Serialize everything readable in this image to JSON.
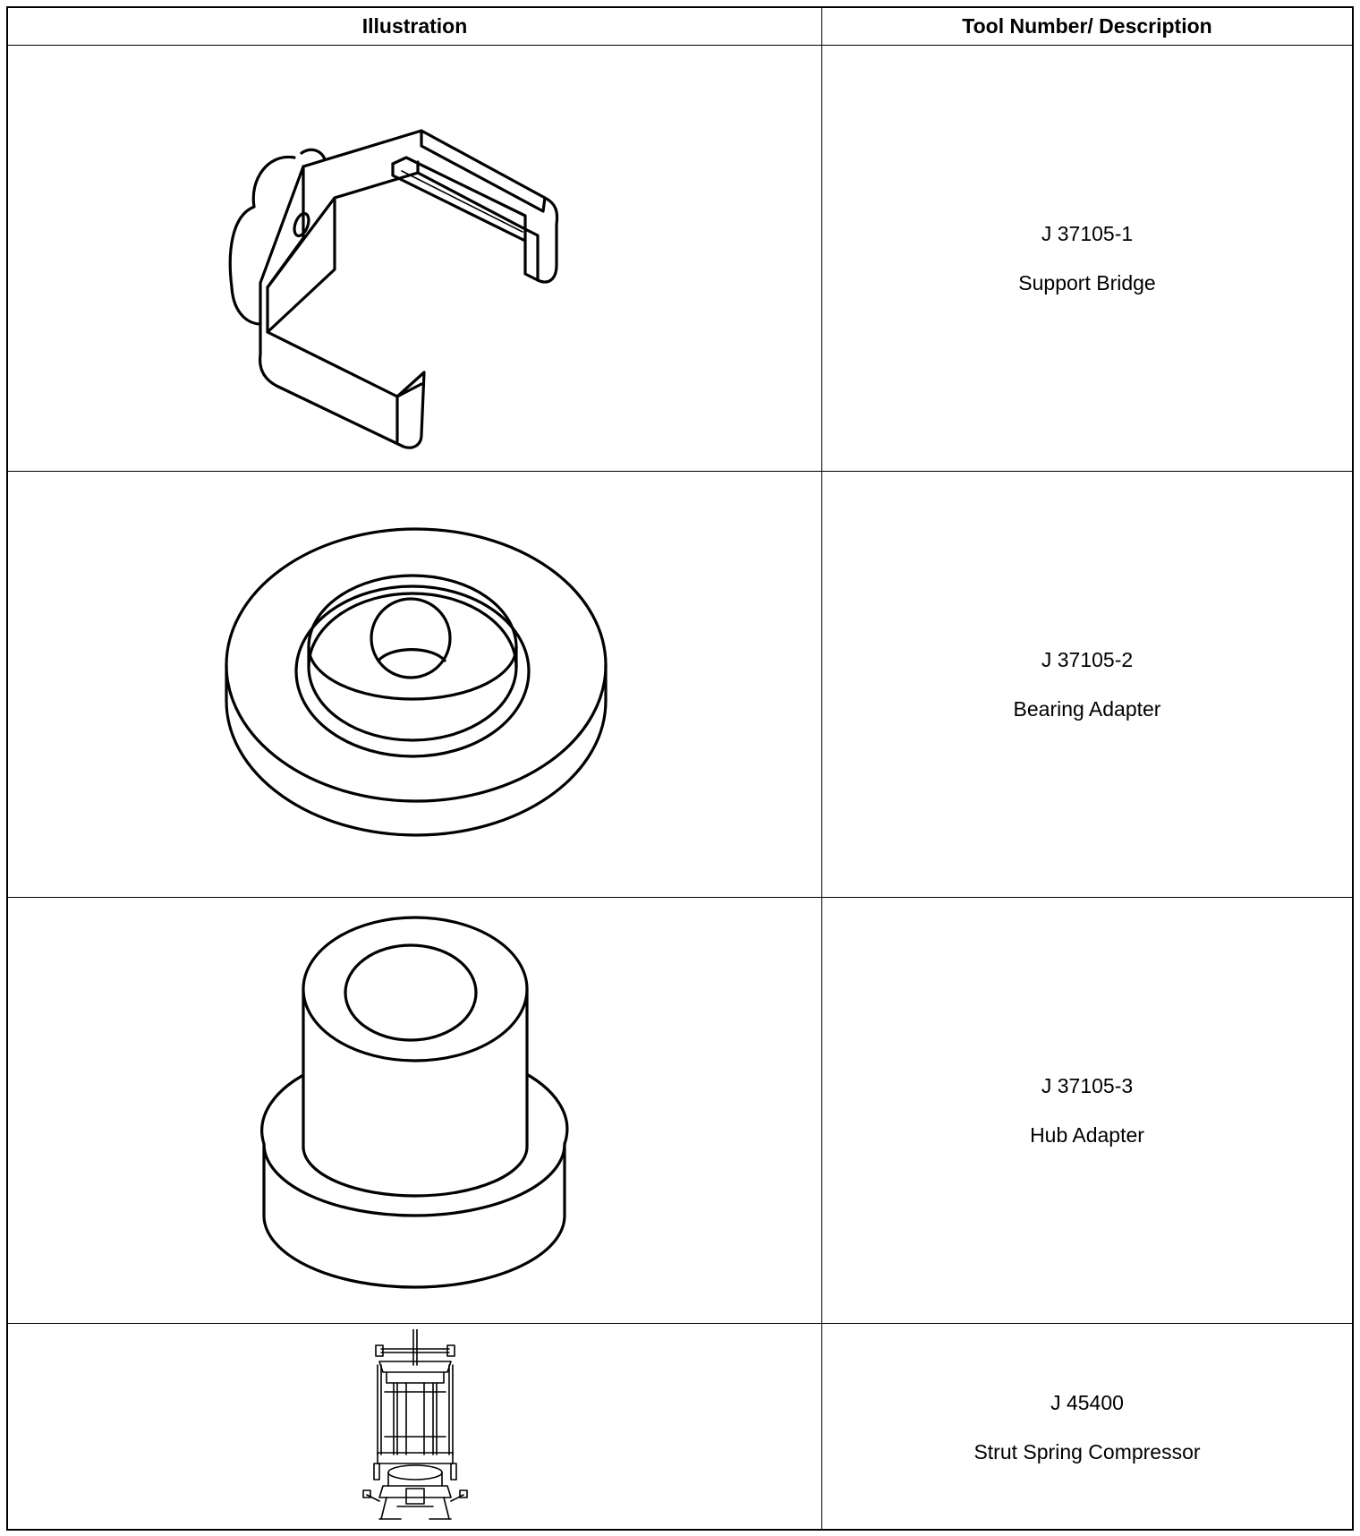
{
  "table": {
    "headers": {
      "illustration": "Illustration",
      "tool_description": "Tool Number/ Description"
    },
    "rows": [
      {
        "tool_number": "J 37105-1",
        "description": "Support Bridge",
        "illustration_icon": "support-bridge-icon"
      },
      {
        "tool_number": "J 37105-2",
        "description": "Bearing Adapter",
        "illustration_icon": "bearing-adapter-icon"
      },
      {
        "tool_number": "J 37105-3",
        "description": "Hub Adapter",
        "illustration_icon": "hub-adapter-icon"
      },
      {
        "tool_number": "J 45400",
        "description": "Strut Spring Compressor",
        "illustration_icon": "strut-spring-compressor-icon"
      }
    ]
  }
}
